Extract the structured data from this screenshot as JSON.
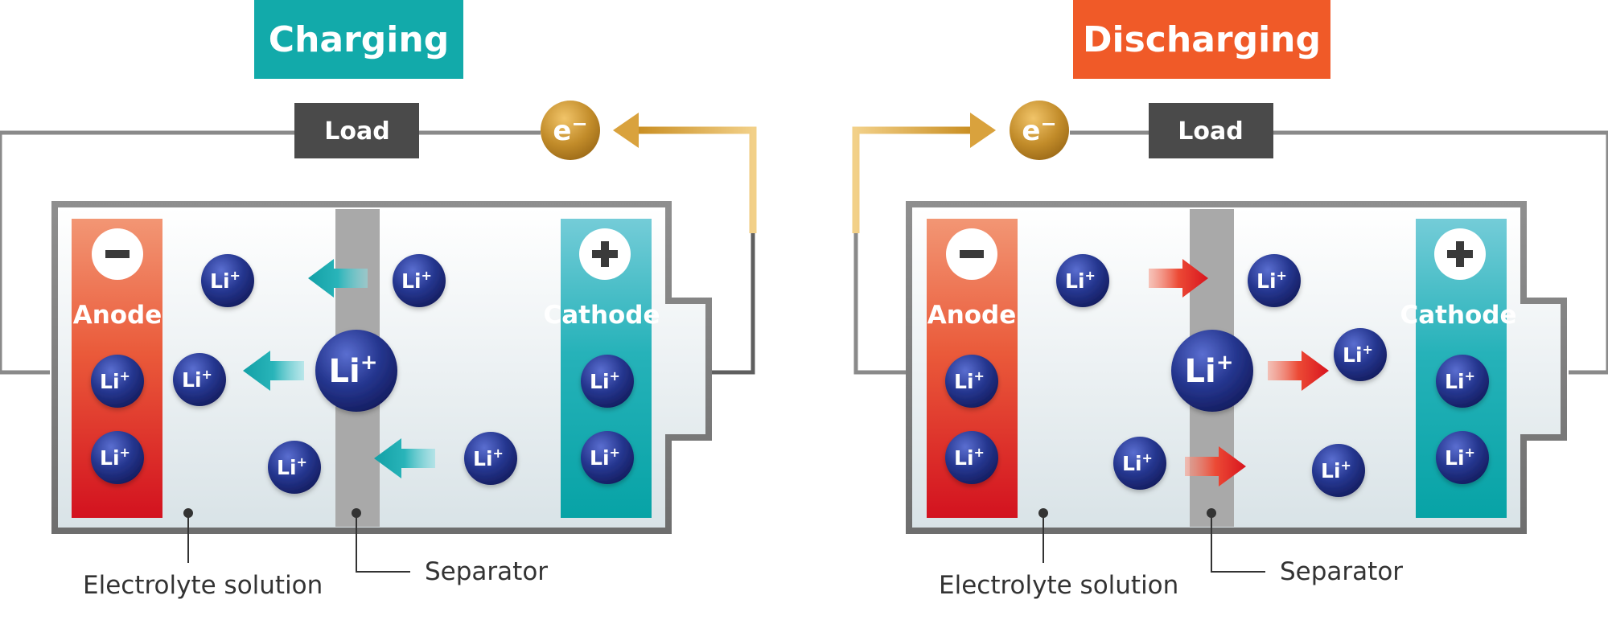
{
  "panels": {
    "charging": {
      "title": "Charging",
      "load_label": "Load",
      "electron_label": "e",
      "electron_sup": "−",
      "anode_label": "Anode",
      "anode_sign": "−",
      "cathode_label": "Cathode",
      "cathode_sign": "+",
      "ion_label": "Li",
      "ion_sup": "+",
      "electrolyte_caption": "Electrolyte solution",
      "separator_caption": "Separator",
      "banner_color": "#12aaaa"
    },
    "discharging": {
      "title": "Discharging",
      "load_label": "Load",
      "electron_label": "e",
      "electron_sup": "−",
      "anode_label": "Anode",
      "anode_sign": "−",
      "cathode_label": "Cathode",
      "cathode_sign": "+",
      "ion_label": "Li",
      "ion_sup": "+",
      "electrolyte_caption": "Electrolyte solution",
      "separator_caption": "Separator",
      "banner_color": "#f05a28"
    }
  },
  "colors": {
    "wire": "#8a8a8a",
    "load_box": "#4a4a4a",
    "electron": "#c9962a",
    "charge_arrow": "#1aa5a8",
    "discharge_arrow": "#e8382a",
    "ion": "#1d2a80",
    "anode_top": "#f29070",
    "anode_bottom": "#d8141e",
    "cathode_top": "#6ccbd6",
    "cathode_bottom": "#0aa7a9",
    "separator": "#a9a9a9"
  },
  "icons": [
    "ion-icon",
    "minus-icon",
    "plus-icon",
    "arrow-icon",
    "electron-icon"
  ]
}
